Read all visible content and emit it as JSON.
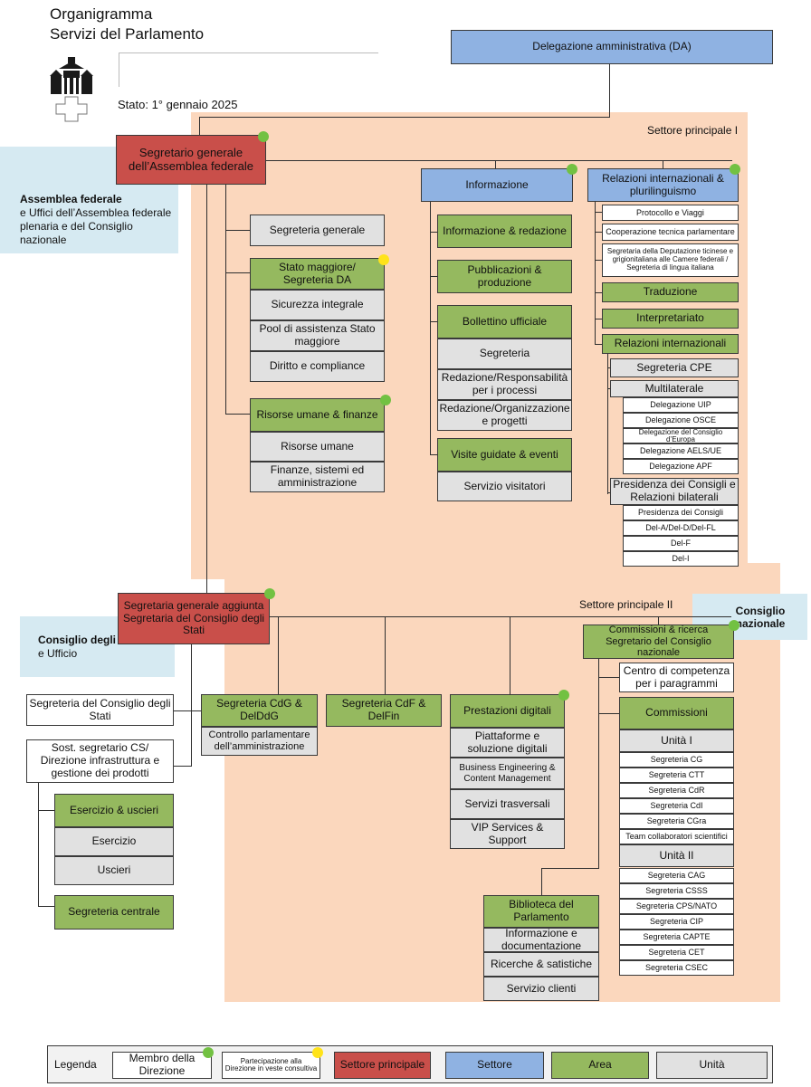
{
  "header": {
    "title_line1": "Organigramma",
    "title_line2": "Servizi del Parlamento",
    "status": "Stato: 1° gennaio 2025"
  },
  "sectors": {
    "s1_label": "Settore principale I",
    "s2_label": "Settore principale II"
  },
  "af": {
    "title": "Assemblea federale",
    "desc": "e Uffici dell’Assemblea federale plenaria e del Consiglio nazionale"
  },
  "cs": {
    "title": "Consiglio degli Stati",
    "desc": "e Ufficio"
  },
  "cn": {
    "title": "Consiglio nazionale"
  },
  "boxes": {
    "da": "Delegazione amministrativa (DA)",
    "sg": "Segretario generale dell’Assemblea federale",
    "seg_gen": "Segreteria generale",
    "stato_maggiore": "Stato maggiore/ Segreteria DA",
    "sicurezza": "Sicurezza integrale",
    "pool": "Pool di assistenza Stato maggiore",
    "diritto": "Diritto e compliance",
    "risorse_fin": "Risorse umane & finanze",
    "risorse_umane": "Risorse umane",
    "finanze": "Finanze, sistemi ed amministrazione",
    "informazione": "Informazione",
    "info_red": "Informazione & redazione",
    "pubblicazioni": "Pubblicazioni & produzione",
    "bollettino": "Bollettino ufficiale",
    "segreteria_b": "Segreteria",
    "redazione_resp": "Redazione/Responsabilità per i processi",
    "redazione_org": "Redazione/Organizzazione e progetti",
    "visite": "Visite guidate & eventi",
    "visitatori": "Servizio visitatori",
    "rel_int_pl": "Relazioni internazionali & plurilinguismo",
    "protocollo": "Protocollo e Viaggi",
    "cooperazione": "Cooperazione tecnica parlamentare",
    "deputazione": "Segretaria della Deputazione ticinese e grigionitaliana alle Camere federali / Segreteria di lingua italiana",
    "traduzione": "Traduzione",
    "interpretariato": "Interpretariato",
    "rel_int": "Relazioni internazionali",
    "seg_cpe": "Segreteria CPE",
    "multilaterale": "Multilaterale",
    "del_uip": "Delegazione UIP",
    "del_osce": "Delegazione OSCE",
    "del_ce": "Delegazione del Consiglio d’Europa",
    "del_aels": "Delegazione AELS/UE",
    "del_apf": "Delegazione APF",
    "presidenza": "Presidenza dei Consigli e Relazioni bilaterali",
    "pres_consigli": "Presidenza dei Consigli",
    "del_a": "Del-A/Del-D/Del-FL",
    "del_f": "Del-F",
    "del_i": "Del-I",
    "sga": "Segretaria generale aggiunta Segretaria del Consiglio degli Stati",
    "seg_cds": "Segreteria del Consiglio degli Stati",
    "sost": "Sost. segretario CS/ Direzione infrastruttura e gestione dei prodotti",
    "esercizio_uscieri": "Esercizio & uscieri",
    "esercizio": "Esercizio",
    "uscieri": "Uscieri",
    "seg_centrale": "Segreteria centrale",
    "cdg": "Segreteria CdG & DelDdG",
    "controllo": "Controllo parlamentare dell’amministrazione",
    "cdf": "Segreteria CdF & DelFin",
    "prest_dig": "Prestazioni digitali",
    "piattaforme": "Piattaforme e soluzione digitali",
    "business": "Business Engineering & Content Management",
    "servizi_trasv": "Servizi trasversali",
    "vip": "VIP Services & Support",
    "biblioteca": "Biblioteca del Parlamento",
    "info_doc": "Informazione e documentazione",
    "ricerche": "Ricerche & satistiche",
    "servizio_clienti": "Servizio clienti",
    "comm_ricerca": "Commissioni & ricerca Segretario del Consiglio nazionale",
    "centro": "Centro di competenza per i paragrammi",
    "commissioni": "Commissioni",
    "unita1": "Unità I",
    "seg_cg": "Segreteria CG",
    "seg_ctt": "Segreteria CTT",
    "seg_cdr": "Segreteria CdR",
    "seg_cdi": "Segreteria CdI",
    "seg_cgra": "Segreteria CGra",
    "team": "Team collaboratori scientifici",
    "unita2": "Unità II",
    "seg_cag": "Segreteria CAG",
    "seg_csss": "Segreteria CSSS",
    "seg_cps": "Segreteria CPS/NATO",
    "seg_cip": "Segreteria CIP",
    "seg_capte": "Segreteria CAPTE",
    "seg_cet": "Segreteria CET",
    "seg_csec": "Segreteria CSEC"
  },
  "legend": {
    "title": "Legenda",
    "membro": "Membro della Direzione",
    "partecipazione": "Partecipazione alla Direzione in veste consultiva",
    "settore_principale": "Settore principale",
    "settore": "Settore",
    "area": "Area",
    "unita": "Unità"
  },
  "colors": {
    "settore_principale": "#c94f4a",
    "settore": "#8fb2e2",
    "area": "#95b95f",
    "unita": "#e1e1e1",
    "sector_background": "#fbd7bd",
    "council_background": "#d6eaf2",
    "membro_dot": "#72c142",
    "consultiva_dot": "#ffe31a"
  }
}
